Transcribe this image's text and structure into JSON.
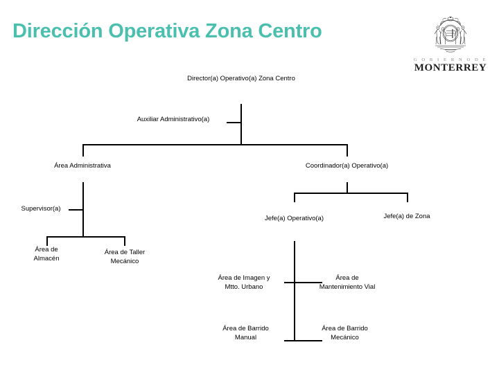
{
  "document": {
    "title": "Dirección Operativa Zona Centro",
    "title_color": "#4BBFAE",
    "background_color": "#FFFFFF",
    "line_color": "#000000",
    "text_color": "#000000"
  },
  "logo": {
    "crest_name": "monterrey-coat-of-arms",
    "line1": "G O B I E R N O   D E",
    "line2": "MONTERREY"
  },
  "chart_data": {
    "type": "diagram",
    "subtype": "organizational-chart",
    "title": "Dirección Operativa Zona Centro",
    "orientation": "top-down",
    "nodes": [
      {
        "id": "director",
        "label": "Director(a) Operativo(a) Zona Centro",
        "level": 0
      },
      {
        "id": "auxiliar",
        "label": "Auxiliar Administrativo(a)",
        "level": 1,
        "role": "staff"
      },
      {
        "id": "area_admin",
        "label": "Área Administrativa",
        "level": 2
      },
      {
        "id": "coordinador",
        "label": "Coordinador(a) Operativo(a)",
        "level": 2
      },
      {
        "id": "supervisor",
        "label": "Supervisor(a)",
        "level": 3,
        "role": "staff"
      },
      {
        "id": "almacen",
        "label": "Área de\nAlmacén",
        "level": 4
      },
      {
        "id": "taller",
        "label": "Área de Taller\nMecánico",
        "level": 4
      },
      {
        "id": "jefe_op",
        "label": "Jefe(a) Operativo(a)",
        "level": 3
      },
      {
        "id": "jefe_zona",
        "label": "Jefe(a) de Zona",
        "level": 3
      },
      {
        "id": "imagen",
        "label": "Área de Imagen y\nMtto. Urbano",
        "level": 4
      },
      {
        "id": "mtto_vial",
        "label": "Área de\nMantenimiento Vial",
        "level": 4
      },
      {
        "id": "barrido_man",
        "label": "Área de Barrido\nManual",
        "level": 5
      },
      {
        "id": "barrido_mec",
        "label": "Área de Barrido\nMecánico",
        "level": 5
      }
    ],
    "edges": [
      {
        "from": "director",
        "to": "auxiliar"
      },
      {
        "from": "director",
        "to": "area_admin"
      },
      {
        "from": "director",
        "to": "coordinador"
      },
      {
        "from": "area_admin",
        "to": "supervisor"
      },
      {
        "from": "area_admin",
        "to": "almacen"
      },
      {
        "from": "area_admin",
        "to": "taller"
      },
      {
        "from": "coordinador",
        "to": "jefe_op"
      },
      {
        "from": "coordinador",
        "to": "jefe_zona"
      },
      {
        "from": "jefe_op",
        "to": "imagen"
      },
      {
        "from": "jefe_op",
        "to": "mtto_vial"
      },
      {
        "from": "jefe_op",
        "to": "barrido_man"
      },
      {
        "from": "jefe_op",
        "to": "barrido_mec"
      }
    ]
  }
}
